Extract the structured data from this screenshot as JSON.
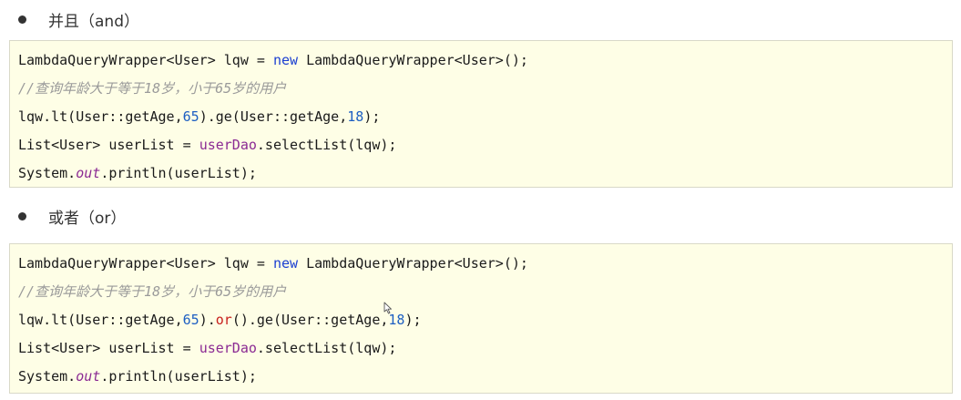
{
  "sections": [
    {
      "heading": "并且（and）",
      "lines": [
        {
          "a": "LambdaQueryWrapper<User> lqw = ",
          "kw": "new",
          "b": " LambdaQueryWrapper<User>();"
        },
        {
          "comment": "//查询年龄大于等于18岁，小于65岁的用户"
        },
        {
          "a": "lqw.lt(User::getAge,",
          "n1": "65",
          "b": ").ge(User::getAge,",
          "n2": "18",
          "c": ");"
        },
        {
          "a": "List<User> userList = ",
          "var": "userDao",
          "b": ".selectList(lqw);"
        },
        {
          "a": "System.",
          "field": "out",
          "b": ".println(userList);"
        }
      ]
    },
    {
      "heading": "或者（or）",
      "lines": [
        {
          "a": "LambdaQueryWrapper<User> lqw = ",
          "kw": "new",
          "b": " LambdaQueryWrapper<User>();"
        },
        {
          "comment": "//查询年龄大于等于18岁，小于65岁的用户"
        },
        {
          "a": "lqw.lt(User::getAge,",
          "n1": "65",
          "b": ").",
          "or": "or",
          "c": "().ge(User::getAge,",
          "n2": "18",
          "d": ");"
        },
        {
          "a": "List<User> userList = ",
          "var": "userDao",
          "b": ".selectList(lqw);"
        },
        {
          "a": "System.",
          "field": "out",
          "b": ".println(userList);"
        }
      ]
    }
  ],
  "icons": {
    "bullet": "bullet-dot-icon",
    "cursor": "mouse-pointer-icon"
  },
  "colors": {
    "code_background": "#fefee6",
    "keyword": "#1b3fd1",
    "number": "#1d5fc2",
    "field": "#8b2a93",
    "or_method": "#c8201c",
    "comment": "#9a9a9a"
  }
}
